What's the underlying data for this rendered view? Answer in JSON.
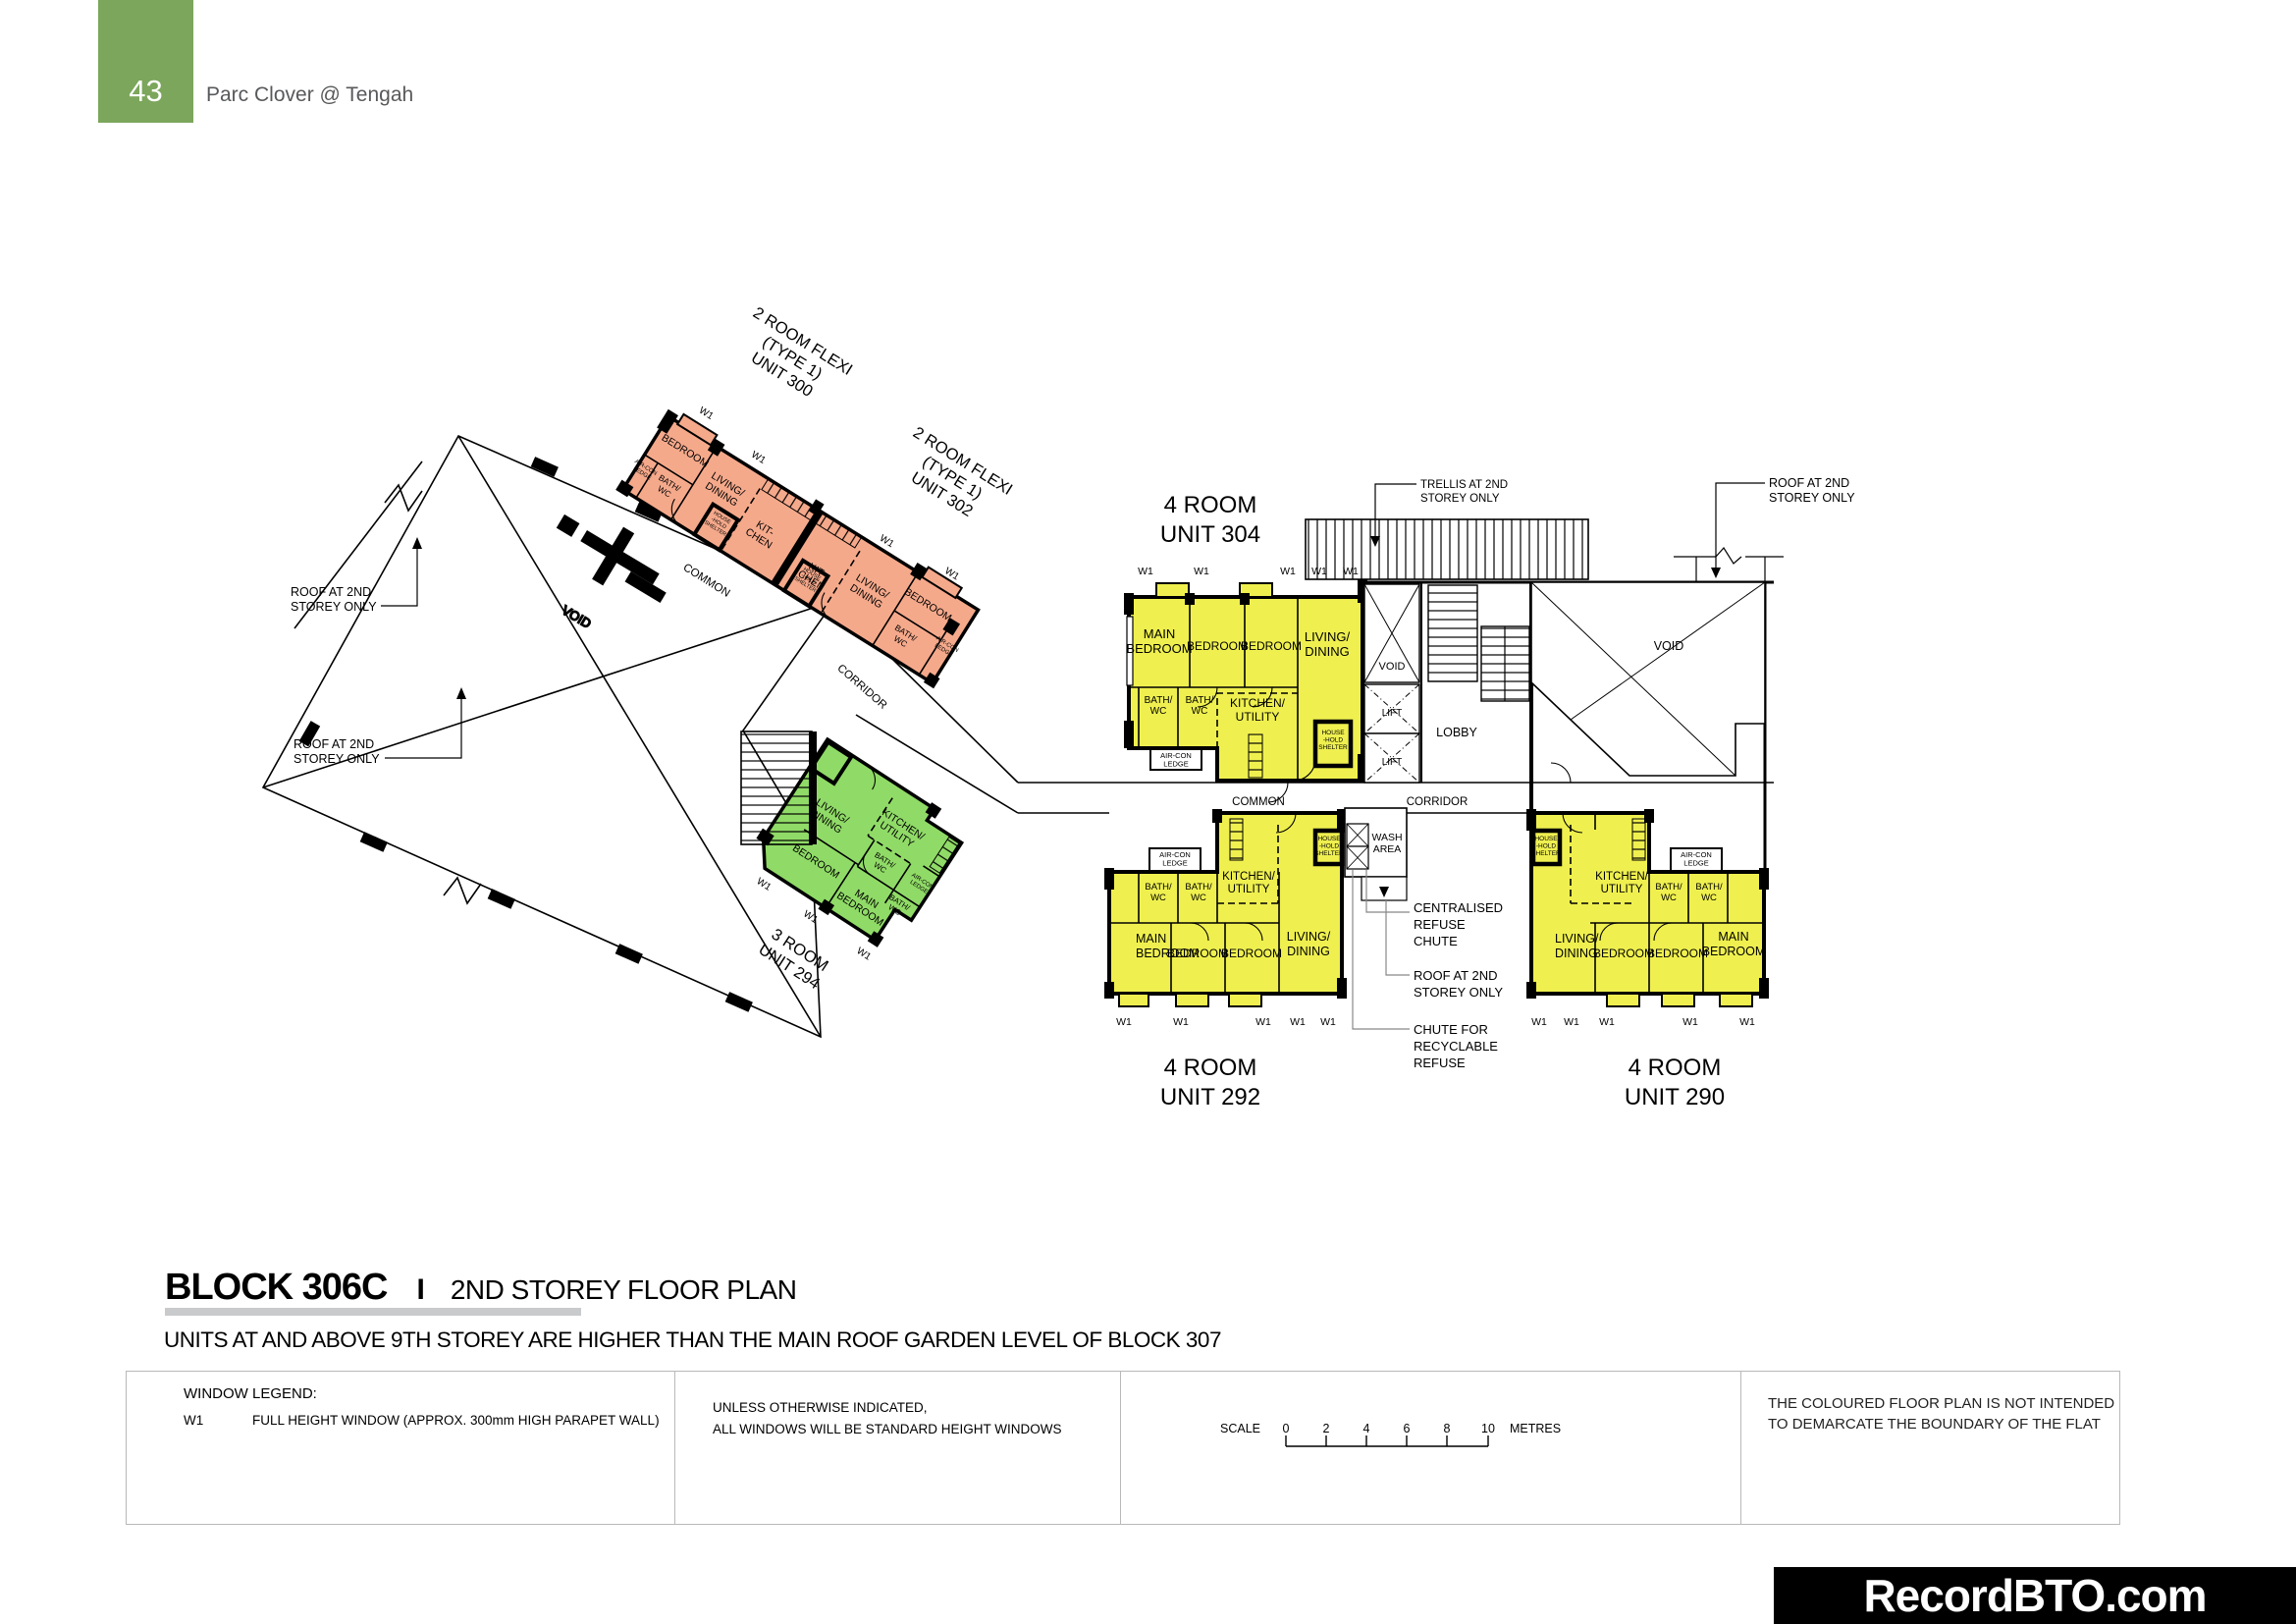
{
  "header": {
    "page_number": "43",
    "project_name": "Parc Clover @ Tengah"
  },
  "title": {
    "block": "BLOCK 306C",
    "separator": "I",
    "plan_name": "2ND STOREY FLOOR PLAN",
    "note": "UNITS AT AND ABOVE 9TH STOREY ARE HIGHER THAN THE MAIN ROOF GARDEN LEVEL OF BLOCK 307"
  },
  "units": {
    "unit_300": {
      "label": "2 ROOM FLEXI\n(TYPE 1)\nUNIT 300",
      "color": "#F5A98B"
    },
    "unit_302": {
      "label": "2 ROOM FLEXI\n(TYPE 1)\nUNIT 302",
      "color": "#F5A98B"
    },
    "unit_294": {
      "label": "3 ROOM\nUNIT 294",
      "color": "#90DB67"
    },
    "unit_304": {
      "label": "4 ROOM\nUNIT 304",
      "color": "#EFF04F"
    },
    "unit_292": {
      "label": "4 ROOM\nUNIT 292",
      "color": "#EFF04F"
    },
    "unit_290": {
      "label": "4 ROOM\nUNIT 290",
      "color": "#EFF04F"
    }
  },
  "rooms": {
    "main_bedroom": "MAIN\nBEDROOM",
    "bedroom": "BEDROOM",
    "living_dining": "LIVING/\nDINING",
    "kitchen_utility": "KITCHEN/\nUTILITY",
    "kitchen_split": "KIT-\nCHEN",
    "bath_wc": "BATH/\nWC",
    "aircon_ledge": "AIR-CON\nLEDGE",
    "household_shelter": "HOUSE\n-HOLD\nSHELTER",
    "void": "VOID",
    "lift": "LIFT",
    "lobby": "LOBBY",
    "corridor": "CORRIDOR",
    "common": "COMMON",
    "wash_area": "WASH\nAREA"
  },
  "annotations": {
    "window_tag": "W1",
    "roof_2nd_storey": "ROOF AT 2ND\nSTOREY ONLY",
    "trellis": "TRELLIS AT 2ND\nSTOREY ONLY",
    "centralised_chute": "CENTRALISED\nREFUSE\nCHUTE",
    "recyclable_chute": "CHUTE FOR\nRECYCLABLE\nREFUSE"
  },
  "legend": {
    "window_legend_title": "WINDOW LEGEND:",
    "w1_code": "W1",
    "w1_desc": "FULL HEIGHT WINDOW (APPROX. 300mm HIGH PARAPET WALL)",
    "windows_note": "UNLESS OTHERWISE INDICATED,\nALL WINDOWS WILL BE STANDARD HEIGHT WINDOWS",
    "scale_label": "SCALE",
    "scale_ticks": [
      "0",
      "2",
      "4",
      "6",
      "8",
      "10"
    ],
    "scale_unit": "METRES",
    "boundary_note": "THE COLOURED FLOOR PLAN IS NOT INTENDED\nTO DEMARCATE THE BOUNDARY OF THE FLAT"
  },
  "watermark": {
    "text": "RecordBTO.com"
  }
}
